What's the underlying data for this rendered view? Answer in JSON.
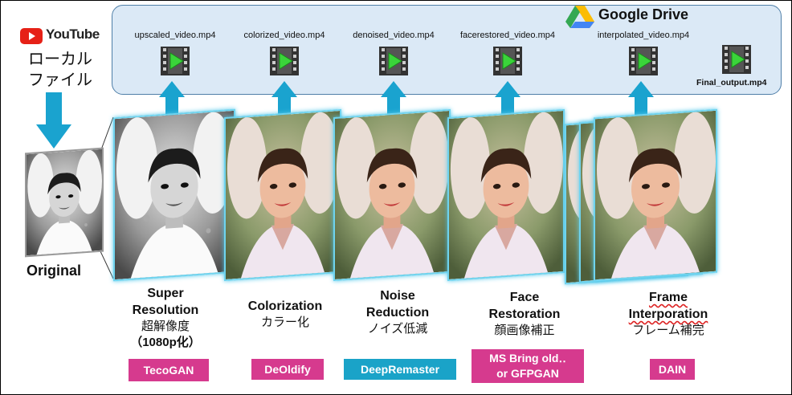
{
  "source": {
    "brand": "YouTube",
    "local_file_label": "ローカル\nファイル"
  },
  "drive": {
    "title": "Google Drive",
    "files": [
      {
        "name": "upscaled_video.mp4"
      },
      {
        "name": "colorized_video.mp4"
      },
      {
        "name": "denoised_video.mp4"
      },
      {
        "name": "facerestored_video.mp4"
      },
      {
        "name": "interpolated_video.mp4"
      }
    ],
    "final_output": "Final_output.mp4"
  },
  "original_label": "Original",
  "steps": [
    {
      "en": "Super\nResolution",
      "ja": "超解像度",
      "ja2": "（1080p化）",
      "tool": "TecoGAN"
    },
    {
      "en": "Colorization",
      "ja": "カラー化",
      "tool": "DeOldify"
    },
    {
      "en": "Noise\nReduction",
      "ja": "ノイズ低減",
      "tool": "DeepRemaster"
    },
    {
      "en": "Face\nRestoration",
      "ja": "顔画像補正",
      "tool": "MS Bring old‥\nor GFPGAN"
    },
    {
      "en": "Frame\nInterporation",
      "ja": "フレーム補完",
      "tool": "DAIN"
    }
  ],
  "colors": {
    "arrow": "#1aa3cf",
    "drive_bg": "#dbe9f6",
    "tool_pink": "#d63a8e",
    "tool_teal": "#1aa3c8",
    "frame_glow": "#6fd3ee"
  },
  "icons": [
    "youtube-icon",
    "google-drive-icon",
    "video-file-icon",
    "up-arrow-icon",
    "down-arrow-icon"
  ]
}
